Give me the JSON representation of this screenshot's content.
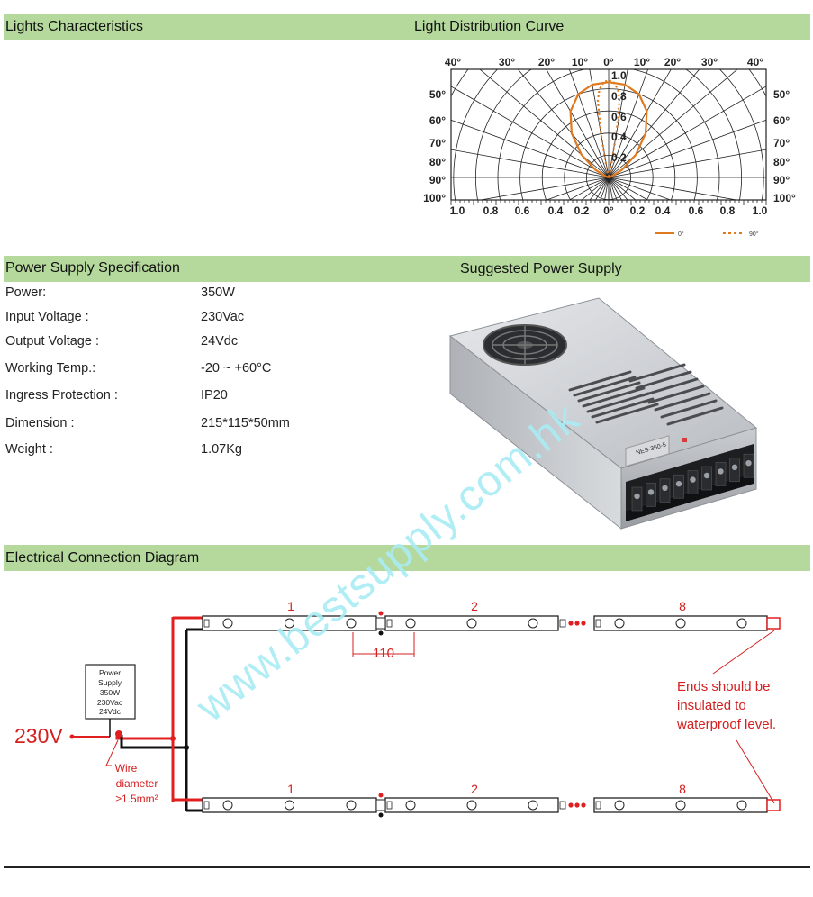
{
  "sections": {
    "lights_characteristics": "Lights Characteristics",
    "light_distribution_curve": "Light Distribution Curve",
    "power_supply_specification": "Power Supply Specification",
    "suggested_power_supply": "Suggested Power Supply",
    "electrical_connection_diagram": "Electrical Connection Diagram"
  },
  "polar_chart": {
    "top_labels": [
      "40°",
      "30°",
      "20°",
      "10°",
      "0°",
      "10°",
      "20°",
      "30°",
      "40°"
    ],
    "side_labels": [
      "50°",
      "60°",
      "70°",
      "80°",
      "90°",
      "100°"
    ],
    "radial_labels": [
      "1.0",
      "0.8",
      "0.6",
      "0.4",
      "0.2"
    ],
    "bottom_labels": [
      "1.0",
      "0.8",
      "0.6",
      "0.4",
      "0.2",
      "0°",
      "0.2",
      "0.4",
      "0.6",
      "0.8",
      "1.0"
    ],
    "legend": [
      "0°",
      "90°"
    ],
    "colors": {
      "curve": "#e07a1f",
      "grid": "#222222"
    }
  },
  "chart_data": {
    "type": "polar",
    "radial_range": [
      0,
      1.0
    ],
    "series": [
      {
        "name": "0°",
        "style": "solid",
        "points": [
          [
            0,
            0.86
          ],
          [
            10,
            0.85
          ],
          [
            20,
            0.8
          ],
          [
            30,
            0.69
          ],
          [
            40,
            0.52
          ],
          [
            50,
            0.32
          ],
          [
            60,
            0.14
          ],
          [
            70,
            0.03
          ],
          [
            80,
            0
          ]
        ]
      },
      {
        "name": "90°",
        "style": "dotted",
        "points": [
          [
            0,
            0.88
          ],
          [
            3,
            0.86
          ],
          [
            6,
            0.8
          ],
          [
            8,
            0.7
          ],
          [
            10,
            0.4
          ],
          [
            12,
            0.1
          ],
          [
            14,
            0
          ]
        ]
      }
    ]
  },
  "power_supply_spec": [
    {
      "label": "Power:",
      "value": "350W"
    },
    {
      "label": "Input Voltage :",
      "value": "230Vac"
    },
    {
      "label": "Output Voltage :",
      "value": "24Vdc"
    },
    {
      "label": "Working Temp.:",
      "value": "-20 ~ +60°C"
    },
    {
      "label": "Ingress  Protection :",
      "value": "IP20"
    },
    {
      "label": "Dimension :",
      "value": "215*115*50mm"
    },
    {
      "label": "Weight  :",
      "value": "1.07Kg"
    }
  ],
  "psu_photo": {
    "model_label": "NES-350-5"
  },
  "diagram": {
    "power_box": [
      "Power",
      "Supply",
      "350W",
      "230Vac",
      "24Vdc"
    ],
    "input_voltage": "230V",
    "wire_note": [
      "Wire",
      "diameter",
      "≥1.5mm²"
    ],
    "segment_numbers": [
      "1",
      "2",
      "8"
    ],
    "dimension": "110",
    "ends_note": [
      "Ends should be",
      "insulated to",
      "waterproof level."
    ],
    "colors": {
      "red": "#e02020",
      "black": "#111111",
      "note_red": "#d42020"
    }
  },
  "watermark": "www.bestsupply.com.hk"
}
